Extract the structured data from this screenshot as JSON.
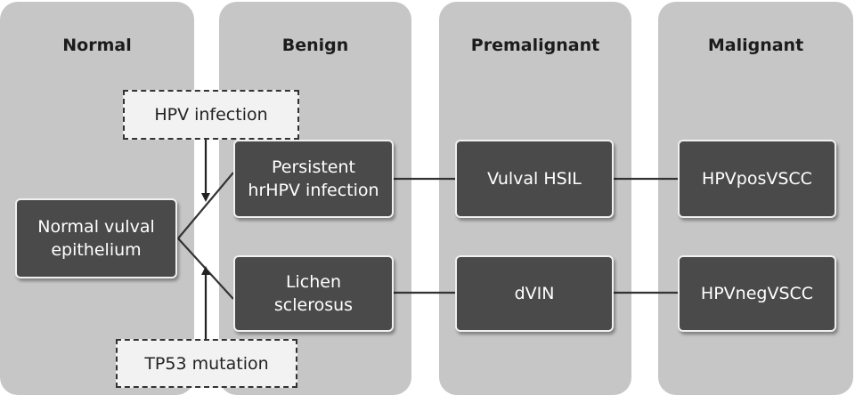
{
  "columns": [
    {
      "title": "Normal"
    },
    {
      "title": "Benign"
    },
    {
      "title": "Premalignant"
    },
    {
      "title": "Malignant"
    }
  ],
  "boxes": {
    "normal_epithelium": [
      "Normal vulval",
      "epithelium"
    ],
    "persistent_infection": [
      "Persistent",
      "hrHPV infection"
    ],
    "lichen_sclerosus": [
      "Lichen",
      "sclerosus"
    ],
    "vulval_hsil": [
      "Vulval HSIL"
    ],
    "dvin": [
      "dVIN"
    ],
    "hpvpos_vscc": [
      "HPVposVSCC"
    ],
    "hpvneg_vscc": [
      "HPVnegVSCC"
    ]
  },
  "factors": {
    "hpv_infection": "HPV infection",
    "tp53_mutation": "TP53 mutation"
  },
  "colors": {
    "column_bg": "#c6c6c6",
    "box_fill": "#4a4a4a",
    "box_text": "#ffffff",
    "factor_fill": "#f2f2f2",
    "line": "#333333"
  }
}
